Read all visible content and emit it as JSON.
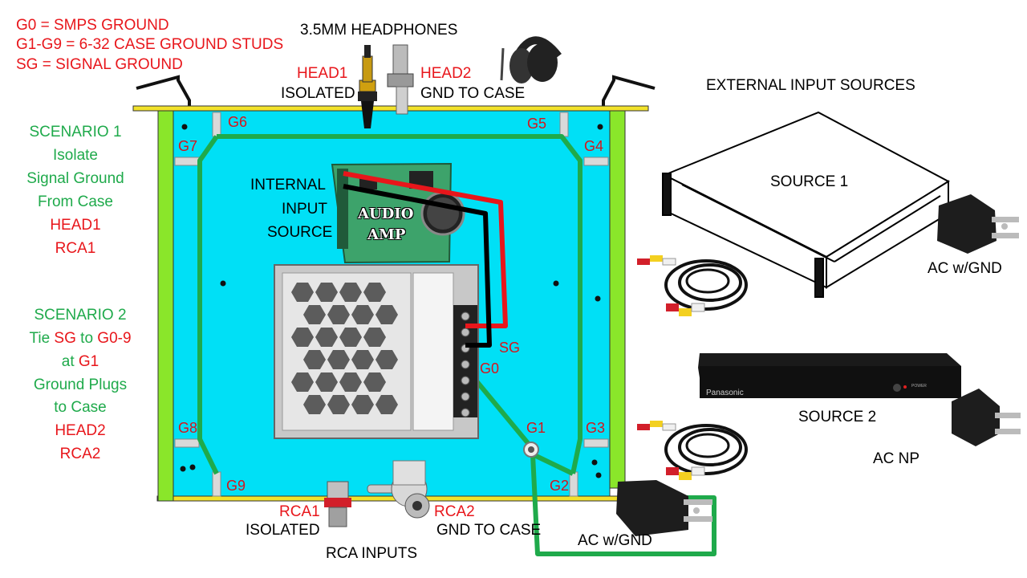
{
  "legend": {
    "g0": "G0 = SMPS GROUND",
    "g1g9": "G1-G9 = 6-32 CASE GROUND STUDS",
    "sg": "SG = SIGNAL GROUND"
  },
  "headphones": {
    "title": "3.5MM HEADPHONES",
    "head1": "HEAD1",
    "head1_note": "ISOLATED",
    "head2": "HEAD2",
    "head2_note": "GND TO CASE"
  },
  "scenario1": [
    "SCENARIO 1",
    "Isolate",
    "Signal Ground",
    "From Case",
    "HEAD1",
    "RCA1"
  ],
  "scenario2": {
    "title": "SCENARIO 2",
    "tie_word": "Tie",
    "sg": "SG",
    "to_word": "to",
    "g09": "G0-9",
    "at_word": "at",
    "g1": "G1",
    "line4": "Ground Plugs",
    "line5": "to Case",
    "line6": "HEAD2",
    "line7": "RCA2"
  },
  "internal_source": [
    "INTERNAL",
    "INPUT",
    "SOURCE"
  ],
  "amp_label": [
    "AUDIO",
    "AMP"
  ],
  "ground_labels": {
    "g0": "G0",
    "g1": "G1",
    "g2": "G2",
    "g3": "G3",
    "g4": "G4",
    "g5": "G5",
    "g6": "G6",
    "g7": "G7",
    "g8": "G8",
    "g9": "G9",
    "sg": "SG"
  },
  "rca": {
    "rca1": "RCA1",
    "rca1_note": "ISOLATED",
    "rca2": "RCA2",
    "rca2_note": "GND TO CASE",
    "title": "RCA INPUTS"
  },
  "external": {
    "title": "EXTERNAL INPUT SOURCES",
    "source1": "SOURCE 1",
    "source1_plug": "AC w/GND",
    "source2": "SOURCE 2",
    "source2_plug": "AC NP",
    "panasonic": "Panasonic",
    "power": "POWER"
  },
  "case_plug": "AC w/GND",
  "colors": {
    "panel": "#00e0f6",
    "case_side": "#8ae62a",
    "ground_wire": "#1faa4b",
    "red_text": "#e8161b",
    "green_text": "#1faa4b"
  }
}
